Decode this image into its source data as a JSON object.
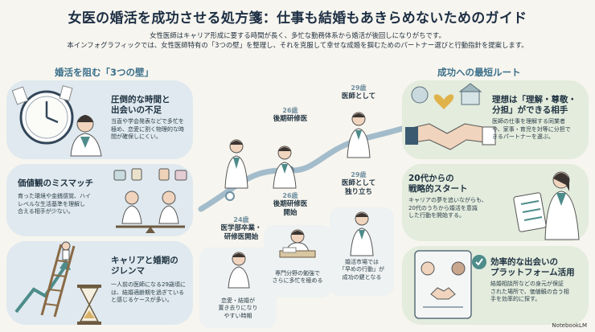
{
  "title": "女医の婚活を成功させる処方箋：仕事も結婚もあきらめないためのガイド",
  "subtitle": {
    "line1": "女性医師はキャリア形成に要する時間が長く、多忙な勤務体系から婚活が後回しになりがちです。",
    "line2": "本インフォグラフィックでは、女性医師特有の「3つの壁」を整理し、それを克服して幸せな成婚を掴むためのパートナー選びと行動指針を提案します。"
  },
  "left": {
    "heading": "婚活を阻む「3つの壁」",
    "items": [
      {
        "title1": "圧倒的な時間と",
        "title2": "出会いの不足",
        "body1": "当直や学会発表などで多忙を",
        "body2": "極め、恋愛に割く物理的な時",
        "body3": "間が確保しにくい。"
      },
      {
        "title1": "価値観のミスマッチ",
        "title2": "",
        "body1": "育った環境や金銭感覚、ハイ",
        "body2": "レベルな生活基準を理解し",
        "body3": "合える相手が少ない。"
      },
      {
        "title1": "キャリアと婚期の",
        "title2": "ジレンマ",
        "body1": "一人前の医師になる29歳頃に",
        "body2": "は、結婚適齢期を過ぎている",
        "body3": "と感じるケースが多い。"
      }
    ]
  },
  "timeline": {
    "stages": [
      {
        "age": "24歳",
        "label1": "医学部卒業・",
        "label2": "研修医開始"
      },
      {
        "age": "26歳",
        "label1": "後期研修医",
        "label2": ""
      },
      {
        "age": "26歳",
        "label1": "後期研修医",
        "label2": "開始"
      },
      {
        "age": "29歳",
        "label1": "医師として",
        "label2": ""
      },
      {
        "age": "29歳",
        "label1": "医師として",
        "label2": "独り立ち"
      }
    ],
    "notes": [
      {
        "l1": "恋愛・結婚が",
        "l2": "置き去りになり",
        "l3": "やすい時期"
      },
      {
        "l1": "専門分野の勉強で",
        "l2": "さらに多忙を極める",
        "l3": ""
      },
      {
        "l1": "婚活市場では",
        "l2": "「早めの行動」が",
        "l3": "成功の鍵となる"
      }
    ]
  },
  "right": {
    "heading": "成功への最短ルート",
    "items": [
      {
        "title1": "理想は「理解・尊敬・",
        "title2": "分担」ができる相手",
        "body1": "医師の仕事を理解する同業者",
        "body2": "や、家事・育児を対等に分担で",
        "body3": "きるパートナーを選ぶ。"
      },
      {
        "title1": "20代からの",
        "title2": "戦略的スタート",
        "body1": "キャリアの夢を追いながらも、",
        "body2": "20代のうちから婚活を意識",
        "body3": "した行動を開始する。"
      },
      {
        "title1": "効率的な出会いの",
        "title2": "プラットフォーム活用",
        "body1": "結婚相談所などの身元が保証",
        "body2": "された場所で、価値観の合う相",
        "body3": "手を効率的に探す。"
      }
    ]
  },
  "footer": "NotebookLM",
  "colors": {
    "panel_left": "#dfe9ef",
    "panel_right": "#e3ecdd",
    "accent": "#3a6f8a",
    "coat": "#ffffff",
    "teal": "#4d8c8a"
  }
}
